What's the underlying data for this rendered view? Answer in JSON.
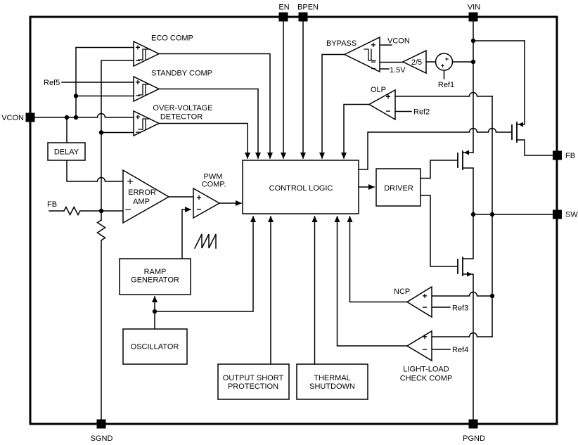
{
  "pins": {
    "en": "EN",
    "bpen": "BPEN",
    "vin": "VIN",
    "vcon": "VCON",
    "fb": "FB",
    "sw": "SW",
    "sgnd": "SGND",
    "pgnd": "PGND"
  },
  "blocks": {
    "eco_comp": "ECO COMP",
    "standby_comp": "STANDBY COMP",
    "ovd_line1": "OVER-VOLTAGE",
    "ovd_line2": "DETECTOR",
    "delay": "DELAY",
    "error_amp_line1": "ERROR",
    "error_amp_line2": "AMP",
    "pwm_line1": "PWM",
    "pwm_line2": "COMP.",
    "control_logic": "CONTROL LOGIC",
    "driver": "DRIVER",
    "ramp_line1": "RAMP",
    "ramp_line2": "GENERATOR",
    "oscillator": "OSCILLATOR",
    "osp_line1": "OUTPUT SHORT",
    "osp_line2": "PROTECTION",
    "thermal_line1": "THERMAL",
    "thermal_line2": "SHUTDOWN",
    "bypass": "BYPASS",
    "olp": "OLP",
    "ncp": "NCP",
    "llcc_line1": "LIGHT-LOAD",
    "llcc_line2": "CHECK COMP"
  },
  "nets": {
    "ref1": "Ref1",
    "ref2": "Ref2",
    "ref3": "Ref3",
    "ref4": "Ref4",
    "ref5": "Ref5",
    "vcon_sense": "VCON",
    "v1p5": "1.5V",
    "gain": "2/5",
    "fb_sense": "FB"
  },
  "symbols": {
    "plus": "+",
    "minus": "−"
  },
  "colors": {
    "line": "#000000",
    "background": "#ffffff"
  }
}
